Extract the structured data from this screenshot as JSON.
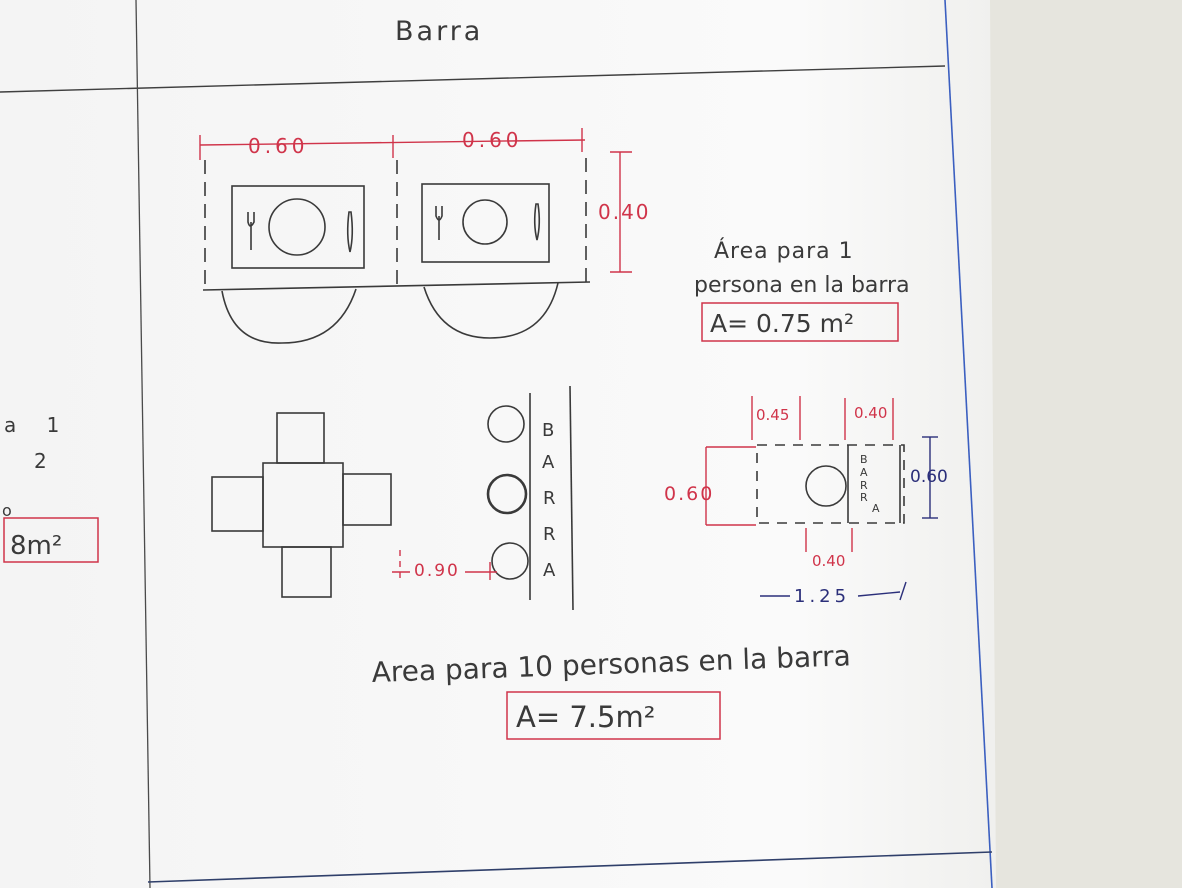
{
  "page": {
    "heading": "Barra",
    "colors": {
      "paper": "#f7f7f7",
      "pencil": "#3a3a3a",
      "red_ink": "#d0344a",
      "blue_ink": "#2b2f7a",
      "page_line": "#3b5fc0"
    }
  },
  "margin_fragment": {
    "line1": "a 1",
    "line2": "2",
    "line3": "o",
    "area": "8m²"
  },
  "place_setting_plan": {
    "width_left": "0.60",
    "width_right": "0.60",
    "depth": "0.40",
    "icons": [
      "fork-icon",
      "plate-icon",
      "knife-icon"
    ]
  },
  "area_one": {
    "line1": "Área para 1",
    "line2": "persona en la barra",
    "formula": "A= 0.75 m²"
  },
  "bar_row": {
    "letters": [
      "B",
      "A",
      "R",
      "R",
      "A"
    ],
    "spacing": "0.90"
  },
  "single_module": {
    "dim_top_left": "0.45",
    "dim_top_right": "0.40",
    "dim_left": "0.60",
    "dim_right": "0.60",
    "dim_bottom": "0.40",
    "dim_total": "1.25",
    "letters": [
      "B",
      "A",
      "R",
      "R",
      "A"
    ]
  },
  "area_ten": {
    "caption": "Area para 10 personas en la barra",
    "formula": "A= 7.5m²"
  }
}
